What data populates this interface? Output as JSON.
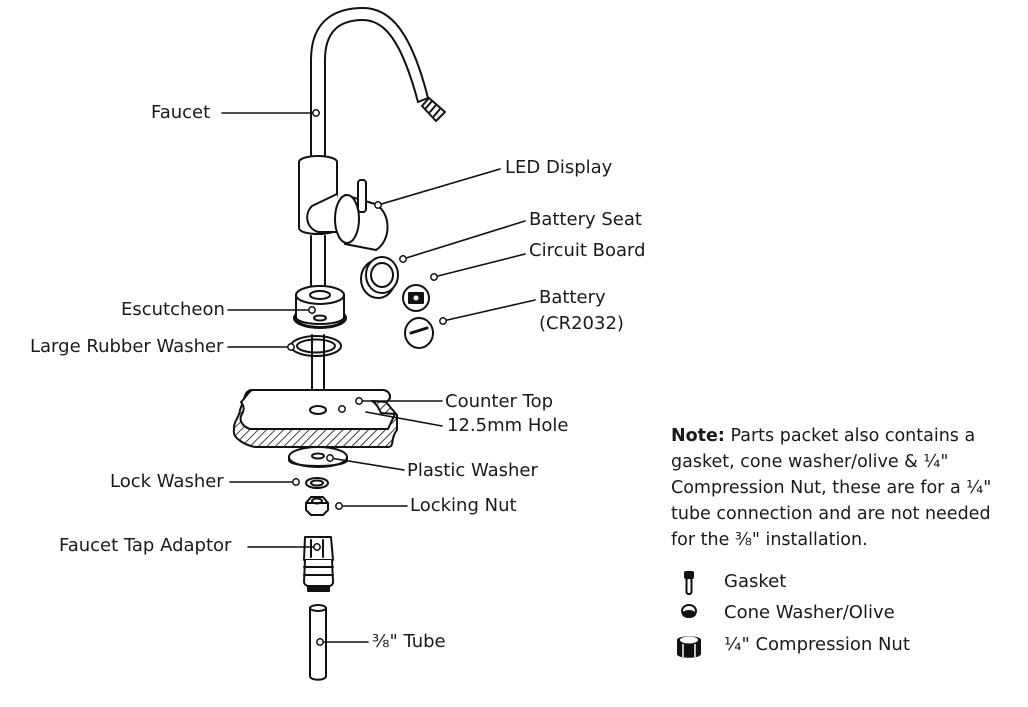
{
  "labels": {
    "faucet": "Faucet",
    "led_display": "LED Display",
    "battery_seat": "Battery Seat",
    "circuit_board": "Circuit Board",
    "battery_line1": "Battery",
    "battery_line2": "(CR2032)",
    "escutcheon": "Escutcheon",
    "large_rubber_washer": "Large Rubber Washer",
    "counter_top": "Counter Top",
    "hole": "12.5mm Hole",
    "plastic_washer": "Plastic Washer",
    "lock_washer": "Lock Washer",
    "locking_nut": "Locking Nut",
    "faucet_tap_adaptor": "Faucet Tap Adaptor",
    "tube": "⅜\" Tube"
  },
  "note": {
    "heading": "Note:",
    "text": "Parts packet also contains a gasket, cone washer/olive & ¼\" Compression Nut, these are for a ¼\" tube connection and are not needed for the ⅜\" installation."
  },
  "legend": [
    {
      "icon": "gasket-icon",
      "label": "Gasket"
    },
    {
      "icon": "cone-washer-icon",
      "label": "Cone Washer/Olive"
    },
    {
      "icon": "compression-nut-icon",
      "label": "¼\" Compression Nut"
    }
  ]
}
